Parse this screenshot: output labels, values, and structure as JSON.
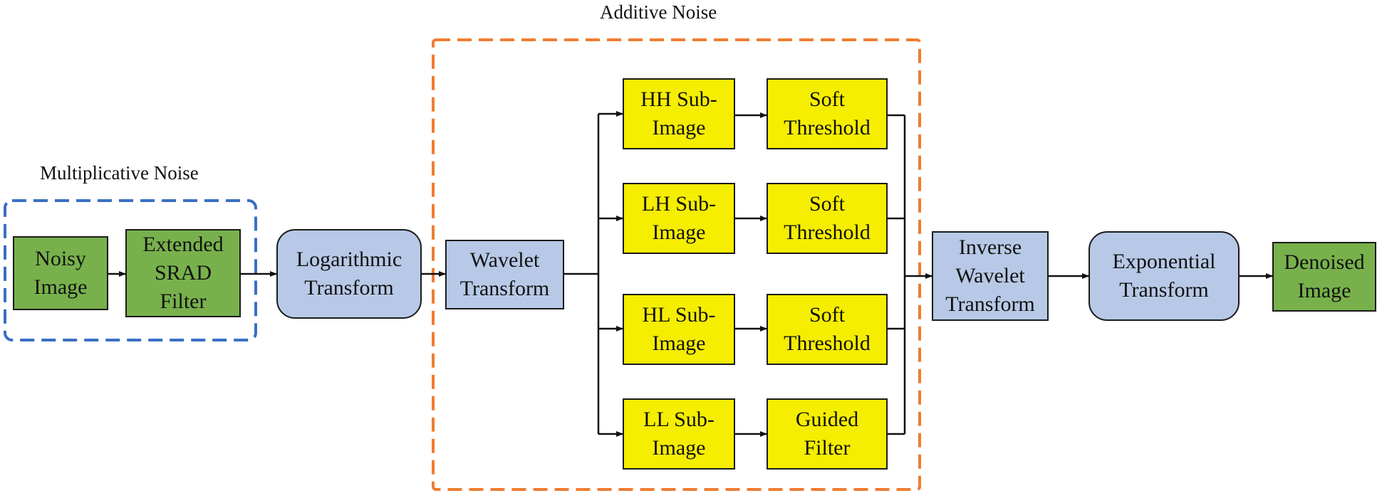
{
  "groups": {
    "multiplicative": {
      "label": "Multiplicative Noise",
      "color": "#3a6fc4"
    },
    "additive": {
      "label": "Additive Noise",
      "color": "#ef7d31"
    }
  },
  "nodes": {
    "noisy_image": "Noisy\nImage",
    "srad_filter": "Extended\nSRAD\nFilter",
    "log_transform": "Logarithmic\nTransform",
    "wavelet_transform": "Wavelet\nTransform",
    "hh_sub_image": "HH Sub-\nImage",
    "lh_sub_image": "LH Sub-\nImage",
    "hl_sub_image": "HL Sub-\nImage",
    "ll_sub_image": "LL Sub-\nImage",
    "soft_threshold_hh": "Soft\nThreshold",
    "soft_threshold_lh": "Soft\nThreshold",
    "soft_threshold_hl": "Soft\nThreshold",
    "guided_filter": "Guided\nFilter",
    "inverse_wavelet": "Inverse\nWavelet\nTransform",
    "exp_transform": "Exponential\nTransform",
    "denoised_image": "Denoised\nImage"
  },
  "colors": {
    "green": "#78b14c",
    "blue": "#b7c9e6",
    "yellow": "#f6ee00",
    "border": "#1a1a1a"
  }
}
